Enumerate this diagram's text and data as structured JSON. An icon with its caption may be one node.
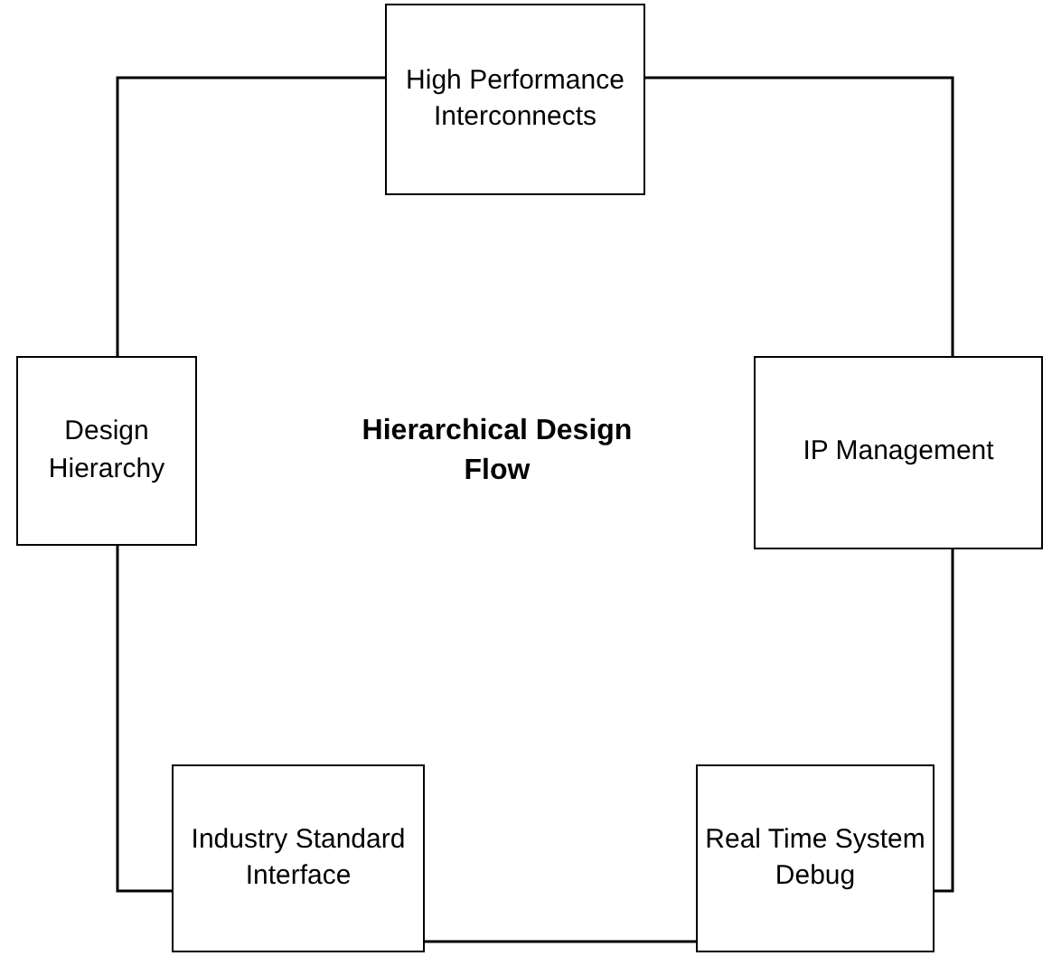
{
  "diagram": {
    "title": "Hierarchical Design Flow",
    "nodes": [
      {
        "text": [
          "High Performance Interconnects"
        ]
      },
      {
        "text": [
          "Design Hierarchy"
        ]
      },
      {
        "text": [
          "IP Management"
        ]
      },
      {
        "text": [
          "Industry Standard Interface"
        ]
      },
      {
        "text": [
          "Real Time System Debug"
        ]
      }
    ],
    "edges": [
      {
        "from": 0,
        "to": 1,
        "arrow": "none"
      },
      {
        "from": 0,
        "to": 2,
        "arrow": "none"
      },
      {
        "from": 1,
        "to": 3,
        "arrow": "none"
      },
      {
        "from": 2,
        "to": 4,
        "arrow": "none"
      },
      {
        "from": 3,
        "to": 4,
        "arrow": "none"
      }
    ]
  }
}
